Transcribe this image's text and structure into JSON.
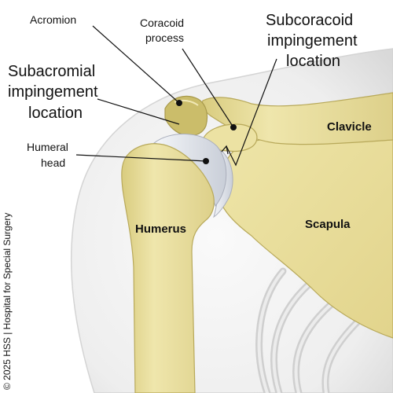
{
  "labels": {
    "acromion": "Acromion",
    "coracoid_line1": "Coracoid",
    "coracoid_line2": "process",
    "subcoracoid_line1": "Subcoracoid",
    "subcoracoid_line2": "impingement",
    "subcoracoid_line3": "location",
    "subacromial_line1": "Subacromial",
    "subacromial_line2": "impingement",
    "subacromial_line3": "location",
    "humeral_head_line1": "Humeral",
    "humeral_head_line2": "head",
    "clavicle": "Clavicle",
    "humerus": "Humerus",
    "scapula": "Scapula"
  },
  "copyright": "© 2025 HSS | Hospital for Special Surgery",
  "colors": {
    "bone": "#e9df9a",
    "bone_shadow": "#cdbf6e",
    "bone_outline": "#b8a95a",
    "cartilage": "#dfe3ea",
    "skin": "#ececec",
    "ribs": "#d9d9d9"
  }
}
